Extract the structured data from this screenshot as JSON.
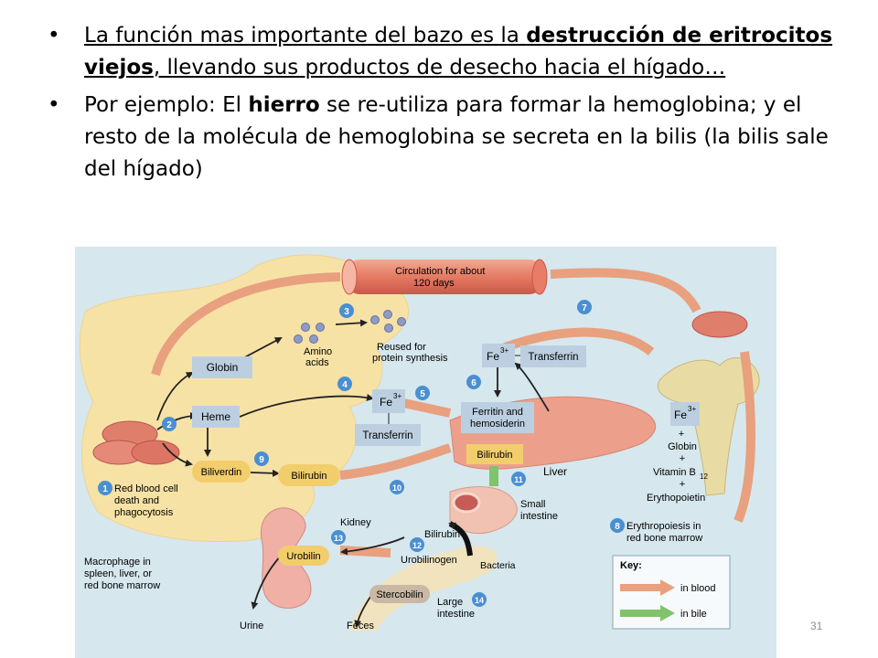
{
  "slide": {
    "bullet1": {
      "pre": "La función mas importante del bazo es la ",
      "bold": "destrucción de eritrocitos viejos",
      "post": ", llevando sus productos de desecho hacia el hígado…"
    },
    "bullet2": {
      "pre": "Por ejemplo: El ",
      "bold": "hierro",
      "post": " se re-utiliza para formar la hemoglobina; y el resto de la molécula de hemoglobina se secreta en la bilis (la bilis sale del hígado)"
    },
    "page_number": "31"
  },
  "diagram": {
    "circulation_1": "Circulation for about",
    "circulation_2": "120 days",
    "globin": "Globin",
    "amino_1": "Amino",
    "amino_2": "acids",
    "reused_1": "Reused for",
    "reused_2": "protein synthesis",
    "heme": "Heme",
    "fe": "Fe",
    "fe_sup": "3+",
    "transferrin": "Transferrin",
    "ferritin_1": "Ferritin and",
    "ferritin_2": "hemosiderin",
    "biliverdin": "Biliverdin",
    "bilirubin": "Bilirubin",
    "liver": "Liver",
    "small_1": "Small",
    "small_2": "intestine",
    "rbc_1": "Red blood cell",
    "rbc_2": "death and",
    "rbc_3": "phagocytosis",
    "macro_1": "Macrophage in",
    "macro_2": "spleen, liver, or",
    "macro_3": "red bone marrow",
    "kidney": "Kidney",
    "urobilin": "Urobilin",
    "urobilinogen": "Urobilinogen",
    "bacteria": "Bacteria",
    "stercobilin": "Stercobilin",
    "large_1": "Large",
    "large_2": "intestine",
    "urine": "Urine",
    "feces": "Feces",
    "plus": "+",
    "marrow_globin": "Globin",
    "vitamin": "Vitamin B",
    "vitamin_sub": "12",
    "epo": "Erythopoietin",
    "erythro_1": "Erythropoiesis in",
    "erythro_2": "red bone marrow",
    "key_title": "Key:",
    "key_blood": "in blood",
    "key_bile": "in bile",
    "steps": [
      "1",
      "2",
      "3",
      "4",
      "5",
      "6",
      "7",
      "8",
      "9",
      "10",
      "11",
      "12",
      "13",
      "14"
    ]
  },
  "colors": {
    "blood_arrow": "#e8a07e",
    "bile_arrow": "#7fc46b",
    "step_circle": "#4a8fd0",
    "macrophage": "#f7e2a6",
    "background": "#d6e7ee",
    "label_box": "#bccfe0",
    "yellow_label": "#f2cd6c"
  }
}
